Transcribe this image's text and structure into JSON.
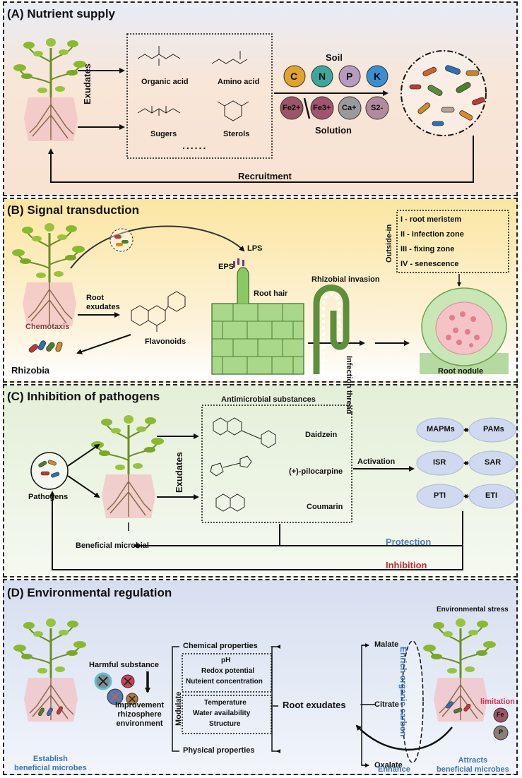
{
  "panels": {
    "a": {
      "title": "(A)  Nutrient supply",
      "exudates": "Exudates",
      "compounds": {
        "organic_acid": "Organic acid",
        "amino_acid": "Amino acid",
        "sugers": "Sugers",
        "sterols": "Sterols",
        "more": "......"
      },
      "soil": "Soil",
      "solution": "Solution",
      "elements": [
        "C",
        "N",
        "P",
        "K"
      ],
      "ions": [
        "Fe2+",
        "Fe3+",
        "Ca+",
        "S2-"
      ],
      "recruitment": "Recruitment"
    },
    "b": {
      "title": "(B)  Signal transduction",
      "root_exudates": "Root\nexudates",
      "chemotaxis": "Chemotaxis",
      "rhizobia": "Rhizobia",
      "flavonoids": "Flavonoids",
      "lps": "LPS",
      "eps": "EPS",
      "root_hair": "Root hair",
      "rhizobial_invasion": "Rhizobial invasion",
      "infection_thread": "Infection thread",
      "outside_in": "Outside-in",
      "zones": [
        "I - root meristem",
        "II - infection zone",
        "III - fixing zone",
        "IV - senescence"
      ],
      "root_nodule": "Root nodule"
    },
    "c": {
      "title": "(C)  Inhibition of pathogens",
      "antimicrobial": "Antimicrobial substances",
      "daidzein": "Daidzein",
      "pilocarpine": "(+)-pilocarpine",
      "coumarin": "Coumarin",
      "pathogens": "Pathogens",
      "exudates": "Exudates",
      "activation": "Activation",
      "beneficial": "Beneficial microbial",
      "protection": "Protection",
      "inhibition": "Inhibition",
      "immune": [
        [
          "MAPMs",
          "PAMs"
        ],
        [
          "ISR",
          "SAR"
        ],
        [
          "PTI",
          "ETI"
        ]
      ]
    },
    "d": {
      "title": "(D)  Environmental regulation",
      "env_stress": "Environmental stress",
      "harmful": "Harmful substance",
      "improvement": "Improvement\nrhizosphere\nenvironment",
      "establish": "Establish\nbeneficial microbes",
      "modulate": "Modulate",
      "chemical": "Chemical properties",
      "chem_items": [
        "pH",
        "Redox potential",
        "Nuteient concentration"
      ],
      "phys_items": [
        "Temperature",
        "Water availability",
        "Structure"
      ],
      "physical": "Physical properties",
      "root_exudates": "Root exudates",
      "acids": [
        "Malate",
        "Citrate",
        "Oxalate"
      ],
      "enrich": "Enrich organic carbon",
      "limitation": "limitation",
      "fe": "Fe",
      "p": "P",
      "enhance": "Enhance",
      "attracts": "Attracts\nbeneficial microbes"
    }
  },
  "colors": {
    "panel_a_bg": "#f6e3d6",
    "panel_b_bg": "#fbe7a8",
    "panel_c_bg": "#e8f1dc",
    "panel_d_bg": "#dfe6f3",
    "protection": "#4a7fc1",
    "inhibition": "#c8282d",
    "establish": "#3d74b8",
    "immune_fill": "#cfd9ef",
    "limitation": "#d9304a",
    "nutrient_C": "#e3a62b",
    "nutrient_N": "#3fa9a0",
    "nutrient_P": "#b49ab8",
    "nutrient_K": "#3b8fcf"
  }
}
